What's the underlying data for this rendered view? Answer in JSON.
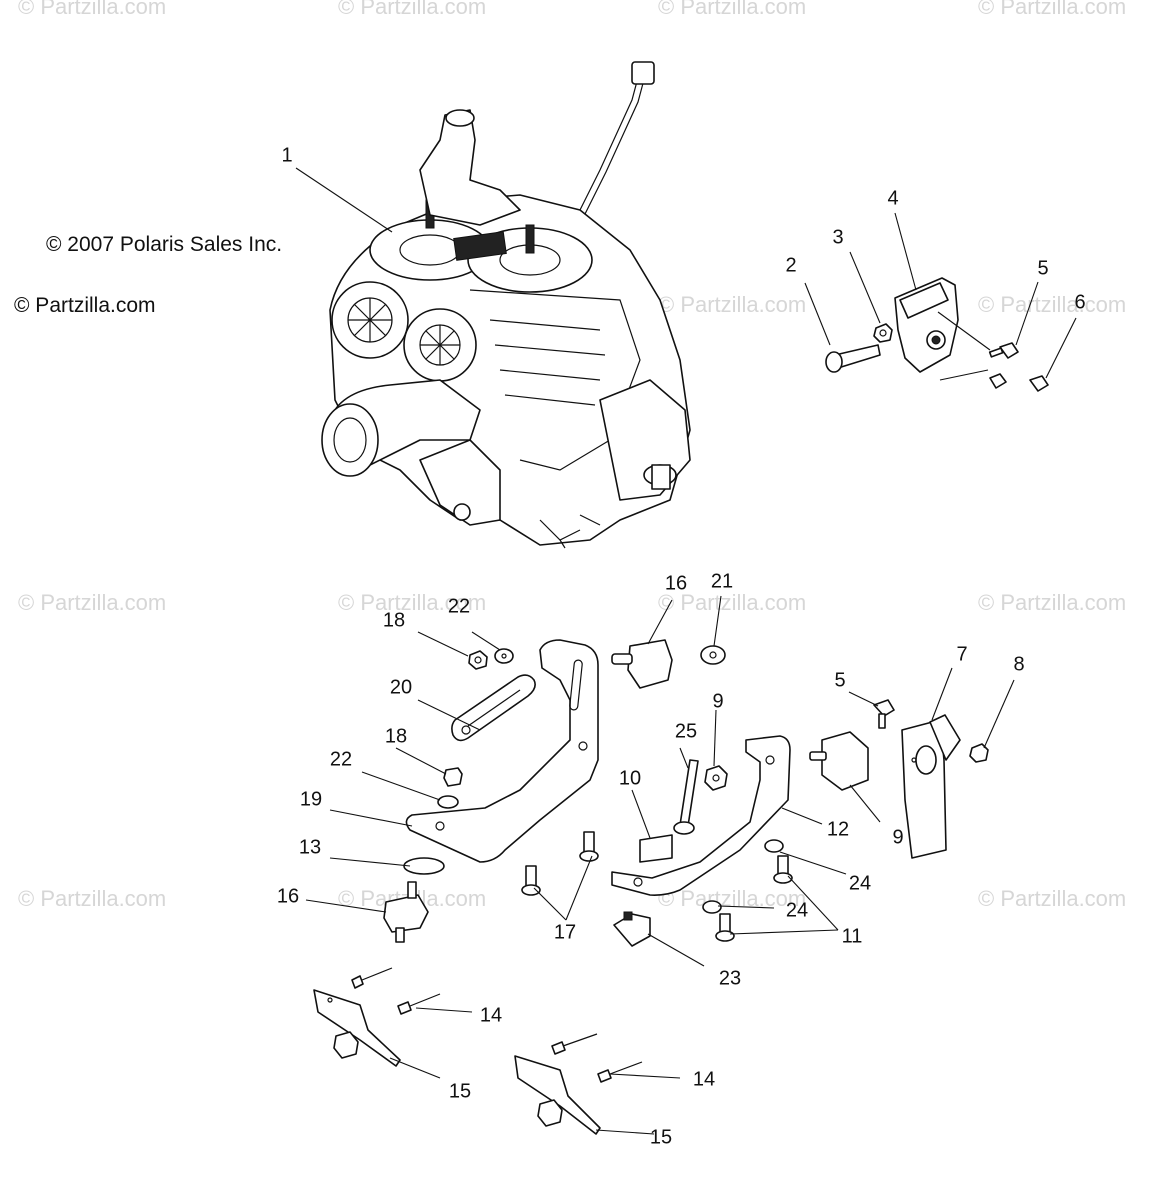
{
  "watermark_text": "© Partzilla.com",
  "copyright": {
    "polaris": "© 2007 Polaris Sales Inc.",
    "partzilla": "© Partzilla.com"
  },
  "callouts": [
    {
      "id": "c1",
      "label": "1"
    },
    {
      "id": "c2",
      "label": "2"
    },
    {
      "id": "c3",
      "label": "3"
    },
    {
      "id": "c4",
      "label": "4"
    },
    {
      "id": "c5a",
      "label": "5"
    },
    {
      "id": "c6",
      "label": "6"
    },
    {
      "id": "c7",
      "label": "7"
    },
    {
      "id": "c8",
      "label": "8"
    },
    {
      "id": "c5b",
      "label": "5"
    },
    {
      "id": "c9a",
      "label": "9"
    },
    {
      "id": "c9b",
      "label": "9"
    },
    {
      "id": "c10",
      "label": "10"
    },
    {
      "id": "c11",
      "label": "11"
    },
    {
      "id": "c12",
      "label": "12"
    },
    {
      "id": "c13",
      "label": "13"
    },
    {
      "id": "c14a",
      "label": "14"
    },
    {
      "id": "c14b",
      "label": "14"
    },
    {
      "id": "c15a",
      "label": "15"
    },
    {
      "id": "c15b",
      "label": "15"
    },
    {
      "id": "c16a",
      "label": "16"
    },
    {
      "id": "c16b",
      "label": "16"
    },
    {
      "id": "c17",
      "label": "17"
    },
    {
      "id": "c18a",
      "label": "18"
    },
    {
      "id": "c18b",
      "label": "18"
    },
    {
      "id": "c19",
      "label": "19"
    },
    {
      "id": "c20",
      "label": "20"
    },
    {
      "id": "c21",
      "label": "21"
    },
    {
      "id": "c22a",
      "label": "22"
    },
    {
      "id": "c22b",
      "label": "22"
    },
    {
      "id": "c23",
      "label": "23"
    },
    {
      "id": "c24a",
      "label": "24"
    },
    {
      "id": "c24b",
      "label": "24"
    },
    {
      "id": "c25",
      "label": "25"
    }
  ]
}
